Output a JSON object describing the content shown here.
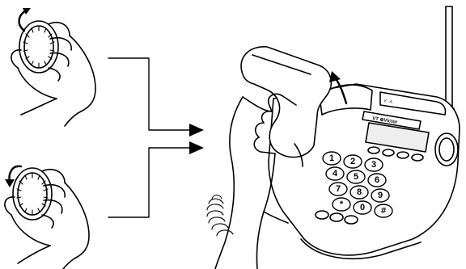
{
  "figure": {
    "phone_brand": "VT ⊕Victor",
    "volume_label": "V · A",
    "keypad": [
      "1",
      "2",
      "3",
      "4",
      "5",
      "6",
      "7",
      "8",
      "9",
      "*",
      "0",
      "#"
    ]
  }
}
